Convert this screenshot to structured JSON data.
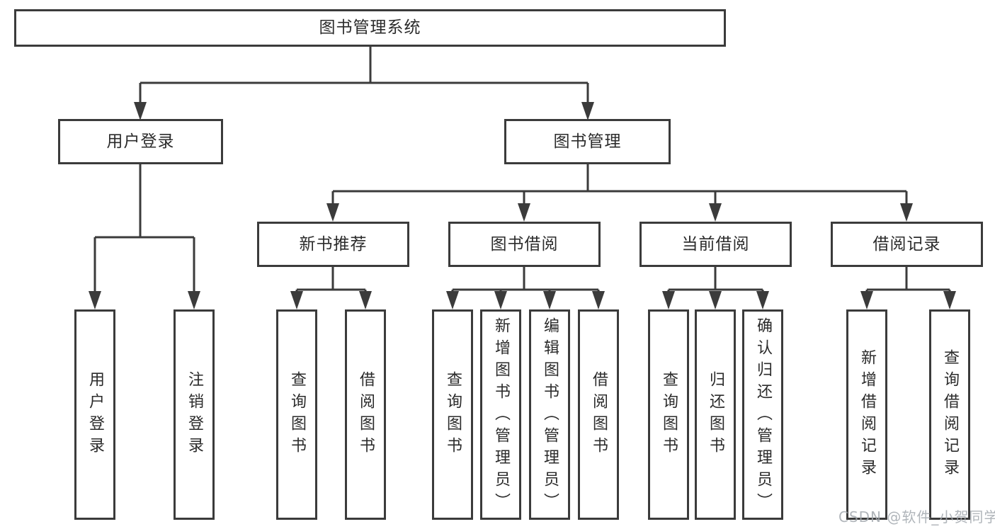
{
  "diagram": {
    "root": {
      "label": "图书管理系统"
    },
    "level2": {
      "user_login": {
        "label": "用户登录",
        "children": [
          "用户登录",
          "注销登录"
        ]
      },
      "book_management": {
        "label": "图书管理",
        "sections": {
          "new_books": {
            "label": "新书推荐",
            "children": [
              "查询图书",
              "借阅图书"
            ]
          },
          "book_borrowing": {
            "label": "图书借阅",
            "children": [
              "查询图书",
              "新增图书（管理员）",
              "编辑图书（管理员）",
              "借阅图书"
            ]
          },
          "current_borrowing": {
            "label": "当前借阅",
            "children": [
              "查询图书",
              "归还图书",
              "确认归还（管理员）"
            ]
          },
          "borrowing_records": {
            "label": "借阅记录",
            "children": [
              "新增借阅记录",
              "查询借阅记录"
            ]
          }
        }
      }
    }
  },
  "watermark": {
    "text": "CSDN @软件_小贺同学"
  },
  "colors": {
    "line": "#3b3b3b",
    "text": "#2b2b2b",
    "background": "#ffffff",
    "watermark": "#a2a8ae"
  }
}
